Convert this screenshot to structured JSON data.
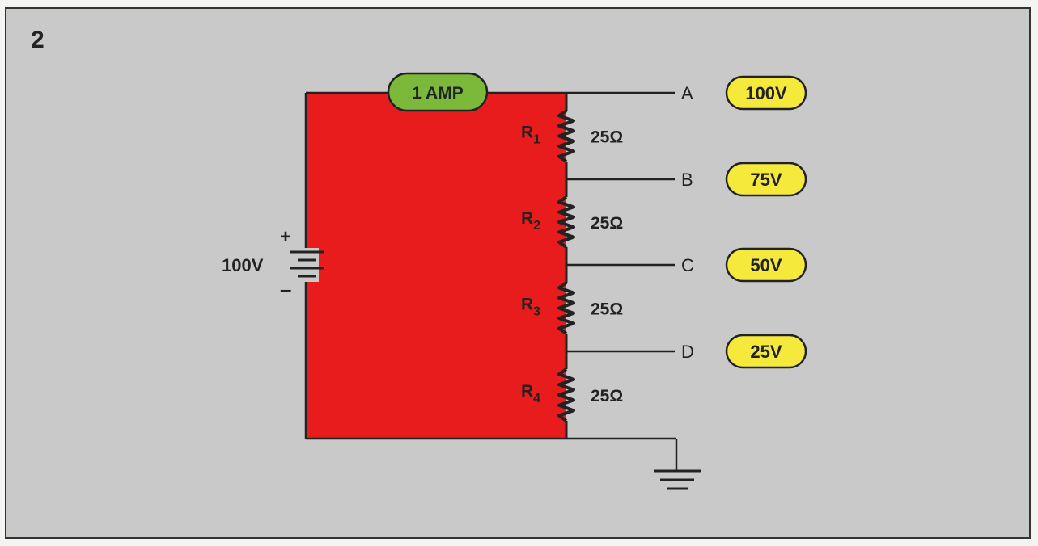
{
  "figure_number": "2",
  "current_label": "1 AMP",
  "battery": {
    "voltage": "100V",
    "plus": "+",
    "minus": "–"
  },
  "resistors": [
    {
      "name": "R",
      "sub": "1",
      "value": "25Ω"
    },
    {
      "name": "R",
      "sub": "2",
      "value": "25Ω"
    },
    {
      "name": "R",
      "sub": "3",
      "value": "25Ω"
    },
    {
      "name": "R",
      "sub": "4",
      "value": "25Ω"
    }
  ],
  "taps": [
    {
      "point": "A",
      "voltage": "100V"
    },
    {
      "point": "B",
      "voltage": "75V"
    },
    {
      "point": "C",
      "voltage": "50V"
    },
    {
      "point": "D",
      "voltage": "25V"
    }
  ],
  "colors": {
    "circuit_fill": "#e81c1c",
    "current_badge": "#7cb83a",
    "voltage_badge": "#f5ea3c",
    "wire": "#222222",
    "background": "#c9c9c9"
  }
}
